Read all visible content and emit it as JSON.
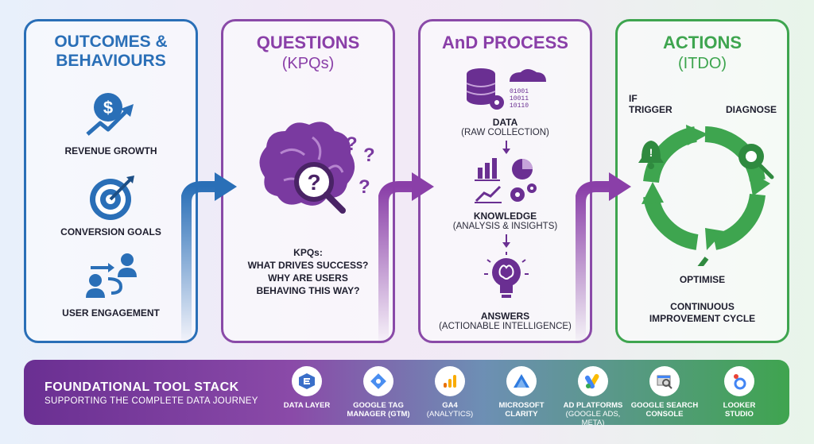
{
  "panels": {
    "outcomes": {
      "title_line1": "OUTCOMES &",
      "title_line2": "BEHAVIOURS",
      "items": [
        "REVENUE GROWTH",
        "CONVERSION GOALS",
        "USER ENGAGEMENT"
      ]
    },
    "questions": {
      "title": "QUESTIONS",
      "subtitle": "(KPQs)",
      "kpq_label": "KPQs:",
      "kpq_lines": [
        "WHAT DRIVES SUCCESS?",
        "WHY ARE USERS",
        "BEHAVING THIS WAY?"
      ]
    },
    "process": {
      "title": "AnD PROCESS",
      "steps": [
        {
          "name": "DATA",
          "detail": "(RAW COLLECTION)"
        },
        {
          "name": "KNOWLEDGE",
          "detail": "(ANALYSIS & INSIGHTS)"
        },
        {
          "name": "ANSWERS",
          "detail": "(ACTIONABLE INTELLIGENCE)"
        }
      ]
    },
    "actions": {
      "title": "ACTIONS",
      "subtitle": "(ITDO)",
      "if_label": "IF",
      "trigger_label": "TRIGGER",
      "diagnose_label": "DIAGNOSE",
      "optimise_label": "OPTIMISE",
      "footer_line1": "CONTINUOUS",
      "footer_line2": "IMPROVEMENT CYCLE"
    }
  },
  "tool_stack": {
    "title": "FOUNDATIONAL TOOL STACK",
    "subtitle": "SUPPORTING THE COMPLETE DATA JOURNEY",
    "tools": [
      {
        "line1": "DATA LAYER",
        "line2": "",
        "icon": "data-layer-icon"
      },
      {
        "line1": "GOOGLE TAG",
        "line2": "MANAGER (GTM)",
        "icon": "gtm-icon"
      },
      {
        "line1": "GA4",
        "line2": "(ANALYTICS)",
        "icon": "ga4-icon"
      },
      {
        "line1": "MICROSOFT",
        "line2": "CLARITY",
        "icon": "clarity-icon"
      },
      {
        "line1": "AD PLATFORMS",
        "line2": "(GOOGLE ADS, META)",
        "icon": "ads-icon"
      },
      {
        "line1": "GOOGLE SEARCH",
        "line2": "CONSOLE",
        "icon": "search-console-icon"
      },
      {
        "line1": "LOOKER",
        "line2": "STUDIO",
        "icon": "looker-icon"
      }
    ]
  },
  "colors": {
    "blue": "#2a6fb7",
    "purple": "#8a3fa8",
    "green": "#3ea54f"
  }
}
